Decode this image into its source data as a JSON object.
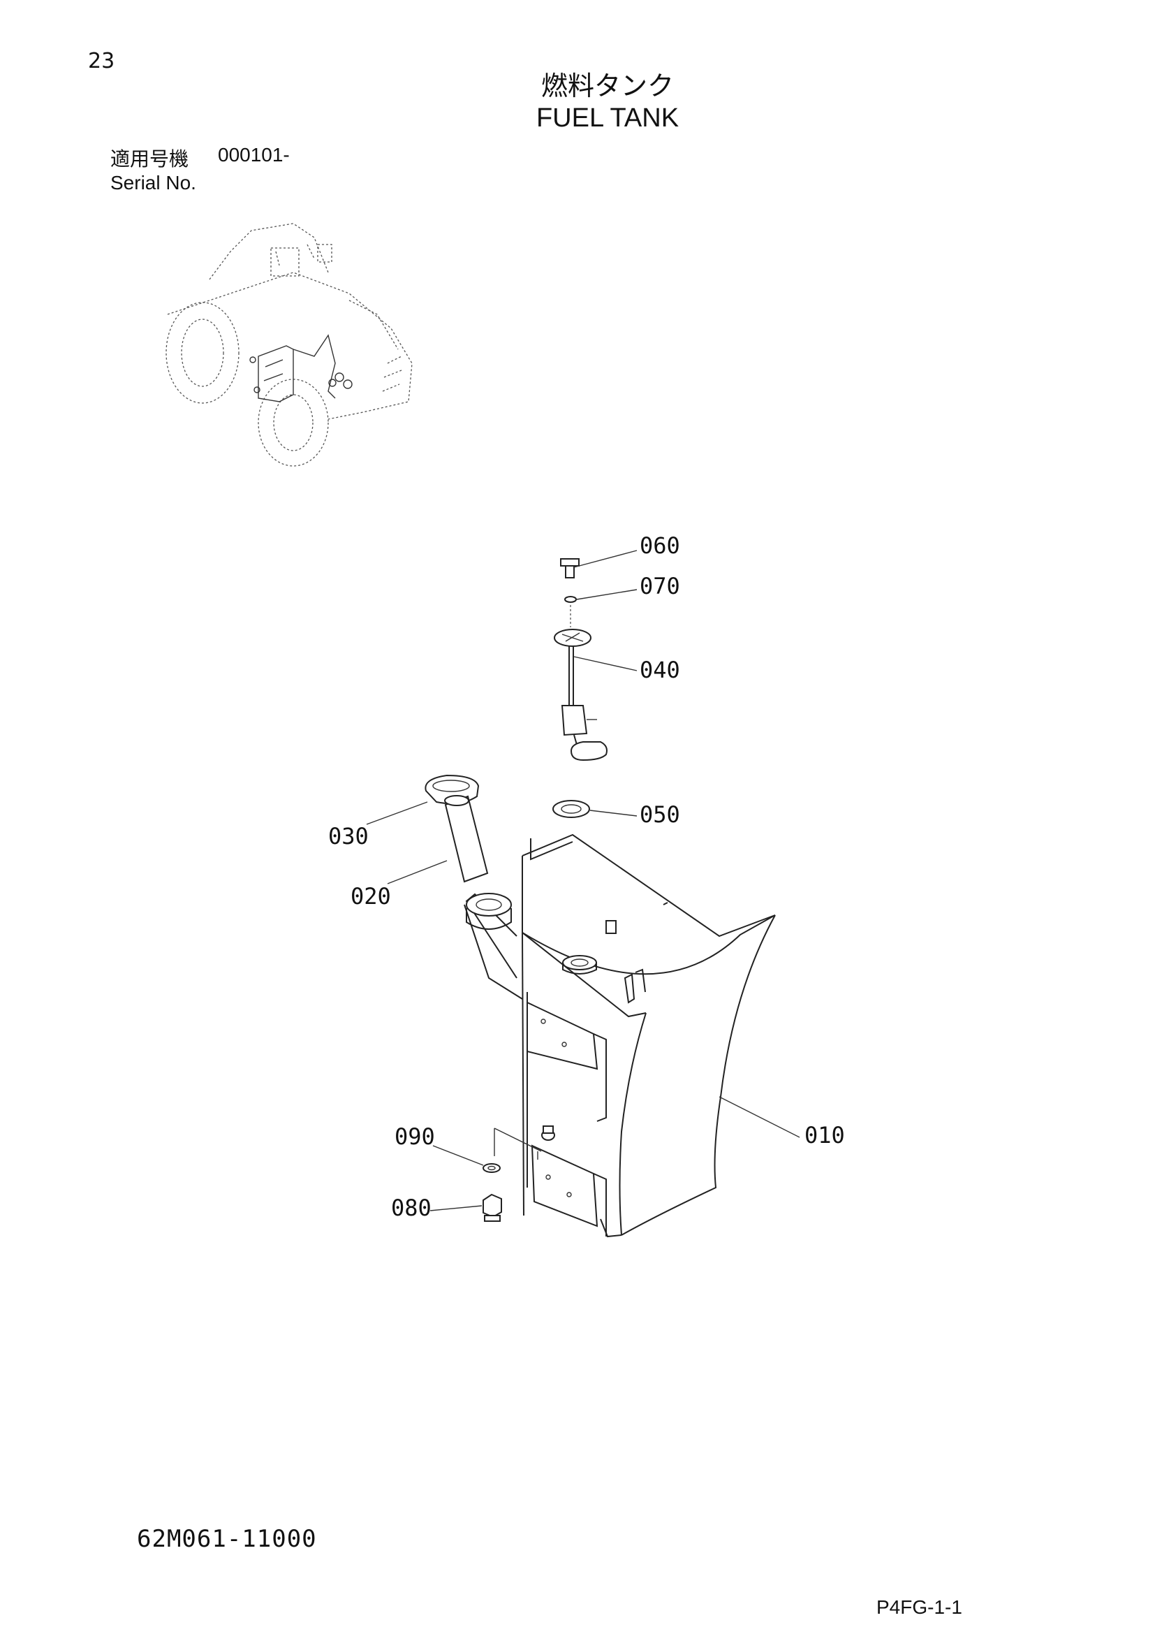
{
  "page": {
    "number": "23",
    "title_ja": "燃料タンク",
    "title_en": "FUEL TANK",
    "serial_label_ja": "適用号機",
    "serial_value": "000101-",
    "serial_label_en": "Serial No.",
    "drawing_number": "62M061-11000",
    "sheet_code": "P4FG-1-1"
  },
  "callouts": [
    "060",
    "070",
    "040",
    "050",
    "030",
    "020",
    "010",
    "090",
    "080"
  ]
}
